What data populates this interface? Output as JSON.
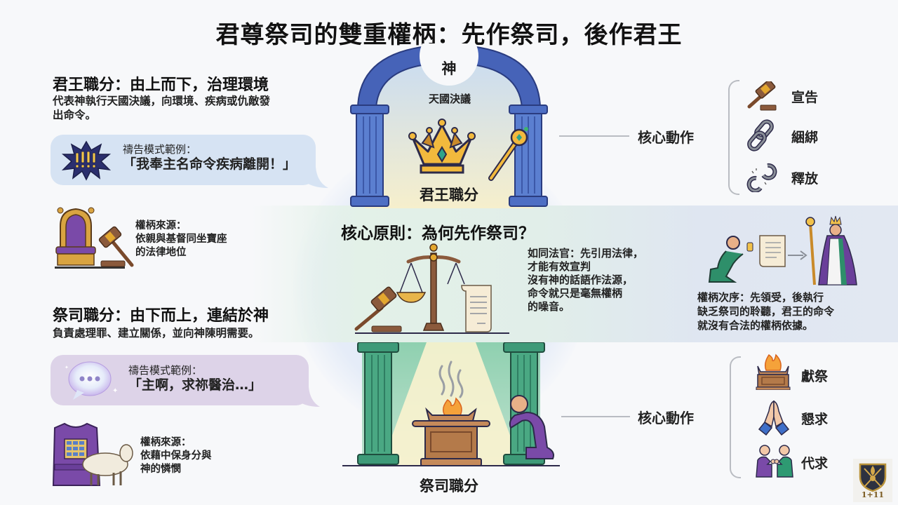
{
  "title": "君尊祭司的雙重權柄：先作祭司，後作君王",
  "king": {
    "heading": "君王職分：由上而下，治理環境",
    "description_line1": "代表神執行天國決議，向環境、疾病或仇敵發",
    "description_line2": "出命令。",
    "prayer_example": {
      "label": "禱告模式範例：",
      "quote": "「我奉主名命令疾病離開！」",
      "icon": "exclamation-burst-icon"
    },
    "authority_source": {
      "label": "權柄來源：",
      "line1": "依親與基督同坐寶座",
      "line2": "的法律地位",
      "icon": "throne-gavel-icon"
    }
  },
  "priest": {
    "heading": "祭司職分：由下而上，連結於神",
    "description": "負責處理罪、建立關係，並向神陳明需要。",
    "prayer_example": {
      "label": "禱告模式範例：",
      "quote": "「主啊，求祢醫治…」",
      "icon": "speech-bubble-icon"
    },
    "authority_source": {
      "label": "權柄來源：",
      "line1": "依藉中保身分與",
      "line2": "神的憐憫",
      "icon": "ephod-lamb-icon"
    }
  },
  "diagram": {
    "god_label": "神",
    "heaven_decree": "天國決議",
    "king_office_label": "君王職分",
    "priest_office_label": "祭司職分"
  },
  "core_principle": {
    "heading": "核心原則：為何先作祭司？",
    "judge_text": [
      "如同法官：先引用法律，",
      "才能有效宣判",
      "沒有神的話語作法源，",
      "命令就只是毫無權柄",
      "的噪音。"
    ],
    "order_text": [
      "權柄次序：先領受，後執行",
      "缺乏祭司的聆聽，君王的命令",
      "就沒有合法的權柄依據。"
    ]
  },
  "king_actions": {
    "label": "核心動作",
    "items": [
      {
        "label": "宣告",
        "icon": "gavel-icon"
      },
      {
        "label": "綑綁",
        "icon": "chain-link-icon"
      },
      {
        "label": "釋放",
        "icon": "broken-chain-icon"
      }
    ]
  },
  "priest_actions": {
    "label": "核心動作",
    "items": [
      {
        "label": "獻祭",
        "icon": "altar-fire-icon"
      },
      {
        "label": "懇求",
        "icon": "praying-hands-icon"
      },
      {
        "label": "代求",
        "icon": "intercession-icon"
      }
    ]
  },
  "badge": {
    "text": "1+11",
    "icon": "crest-badge-icon"
  },
  "colors": {
    "king_blue": "#3f5fb5",
    "priest_green": "#2f8a6e",
    "purple": "#6a3f9a",
    "gold": "#e3a72f",
    "wood": "#8b5a3c"
  }
}
